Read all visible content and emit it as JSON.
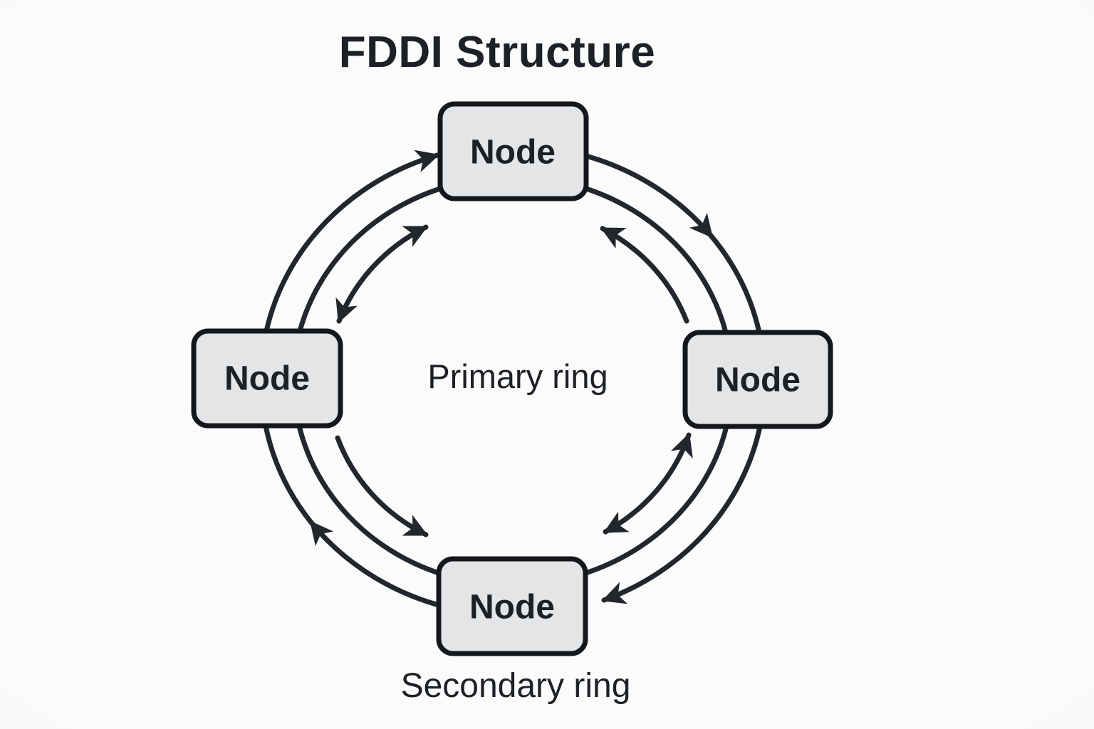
{
  "title": "FDDI Structure",
  "nodes": {
    "top": {
      "label": "Node"
    },
    "right": {
      "label": "Node"
    },
    "bottom": {
      "label": "Node"
    },
    "left": {
      "label": "Node"
    }
  },
  "labels": {
    "primary_ring": "Primary ring",
    "secondary_ring": "Secondary ring"
  },
  "rings": [
    {
      "name": "Primary ring",
      "position": "inner",
      "direction": "counterclockwise"
    },
    {
      "name": "Secondary ring",
      "position": "outer",
      "direction": "clockwise"
    }
  ],
  "colors": {
    "line": "#22272d",
    "node_fill": "#e3e5e6",
    "node_border": "#14181d",
    "text": "#1c2127",
    "background": "#fbfbfb",
    "background_edge": "#ededee"
  }
}
